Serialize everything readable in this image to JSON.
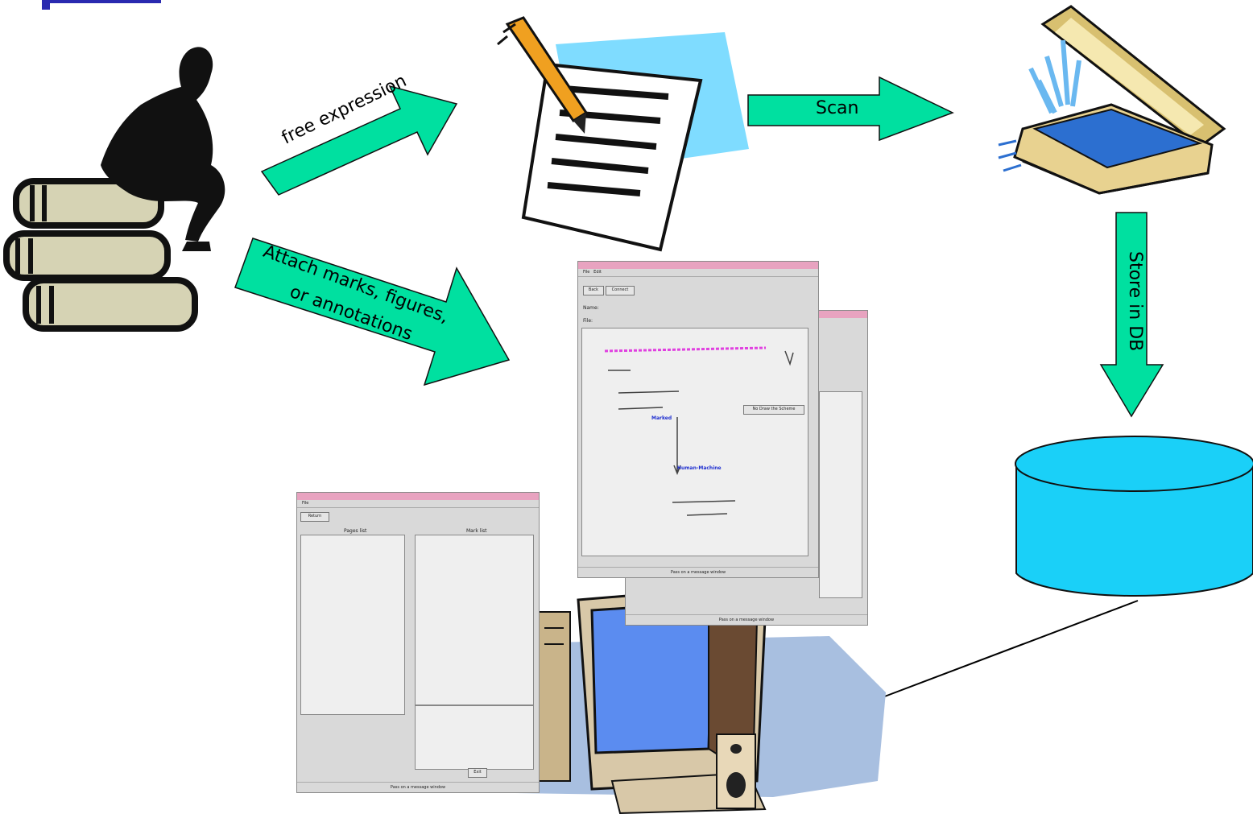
{
  "arrows": {
    "free_expression": "free expression",
    "scan": "Scan",
    "attach": [
      "Attach marks, figures,",
      "or annotations"
    ],
    "store": "Store in DB"
  },
  "colors": {
    "arrow_fill": "#00e0a0",
    "db_fill": "#1ad0f8",
    "window_title": "#e8a3c0"
  },
  "icons": [
    "thinker-on-books-icon",
    "pencil-and-notepad-icon",
    "scanner-icon",
    "database-icon",
    "computer-icon"
  ],
  "front_window": {
    "menu": [
      "File",
      "Edit"
    ],
    "buttons": [
      "Back",
      "Connect"
    ],
    "name_label": "Name:",
    "file_label": "File:",
    "handwritten_labels": [
      "Marked",
      "Human-Machine"
    ],
    "side_button": "No Draw the Scheme",
    "status": "Pass on a message window"
  },
  "back_window": {
    "status": "Pass on a message window"
  },
  "list_window": {
    "menu": "File",
    "button": "Return",
    "col_left": "Pages list",
    "col_right": "Mark list",
    "status": "Pass on a message window",
    "exit": "Exit"
  }
}
